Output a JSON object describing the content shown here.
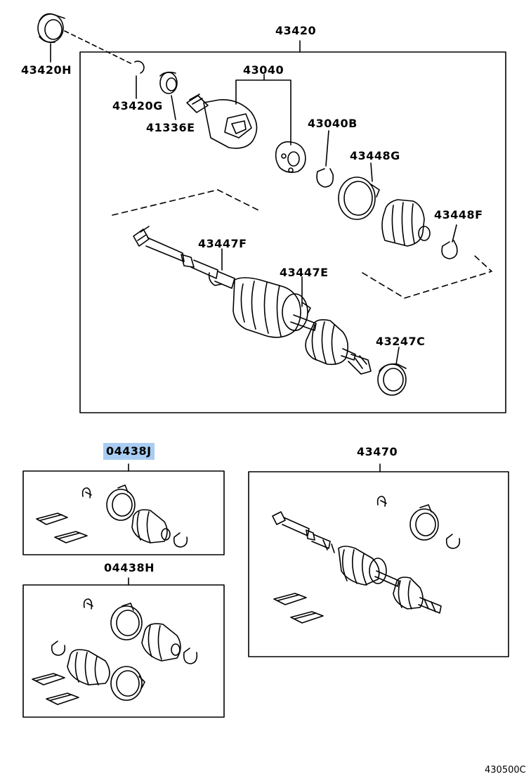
{
  "diagram": {
    "figure_code": "430500C",
    "main_assembly": {
      "label": "43420",
      "parts": [
        {
          "id": "p43420H",
          "label": "43420H"
        },
        {
          "id": "p43420G",
          "label": "43420G"
        },
        {
          "id": "p41336E",
          "label": "41336E"
        },
        {
          "id": "p43040",
          "label": "43040"
        },
        {
          "id": "p43040B",
          "label": "43040B"
        },
        {
          "id": "p43448G",
          "label": "43448G"
        },
        {
          "id": "p43448F",
          "label": "43448F"
        },
        {
          "id": "p43447F",
          "label": "43447F"
        },
        {
          "id": "p43447E",
          "label": "43447E"
        },
        {
          "id": "p43247C",
          "label": "43247C"
        }
      ]
    },
    "kits": [
      {
        "id": "kit04438J",
        "label": "04438J",
        "highlight_color": "#a9cdf2"
      },
      {
        "id": "kit04438H",
        "label": "04438H"
      },
      {
        "id": "kit43470",
        "label": "43470"
      }
    ]
  }
}
